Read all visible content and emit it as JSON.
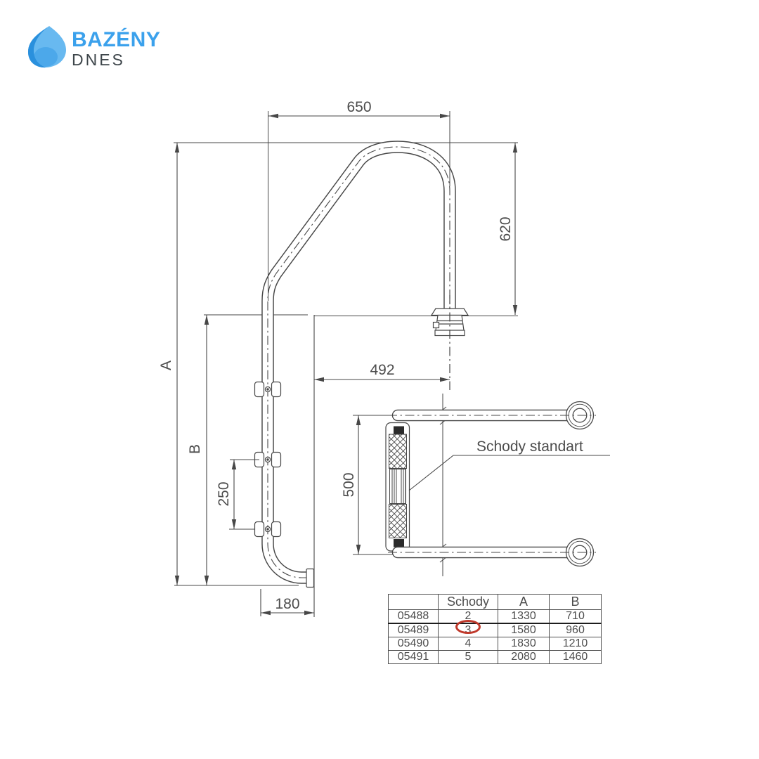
{
  "logo": {
    "brand": "BAZÉNY",
    "sub": "DNES",
    "colors": {
      "brand_blue": "#3ba1ec",
      "sub_gray": "#3e464b",
      "drop_light": "#68b9f0",
      "drop_mid": "#49a6e9",
      "drop_dark": "#2a90dd"
    }
  },
  "drawing": {
    "line_color": "#474747",
    "dims": {
      "top_width": "650",
      "right_height": "620",
      "overall_height": "A",
      "lower_height": "B",
      "step_spacing": "250",
      "bottom_offset": "180",
      "anchor_offset": "492",
      "rail_span": "500"
    },
    "callout": {
      "label": "Schody standart"
    }
  },
  "table": {
    "headers": [
      "",
      "Schody",
      "A",
      "B"
    ],
    "rows": [
      {
        "code": "05488",
        "steps": "2",
        "a": "1330",
        "b": "710",
        "highlighted": false
      },
      {
        "code": "05489",
        "steps": "3",
        "a": "1580",
        "b": "960",
        "highlighted": true
      },
      {
        "code": "05490",
        "steps": "4",
        "a": "1830",
        "b": "1210",
        "highlighted": false
      },
      {
        "code": "05491",
        "steps": "5",
        "a": "2080",
        "b": "1460",
        "highlighted": false
      }
    ],
    "highlight_color": "#c0392b"
  }
}
